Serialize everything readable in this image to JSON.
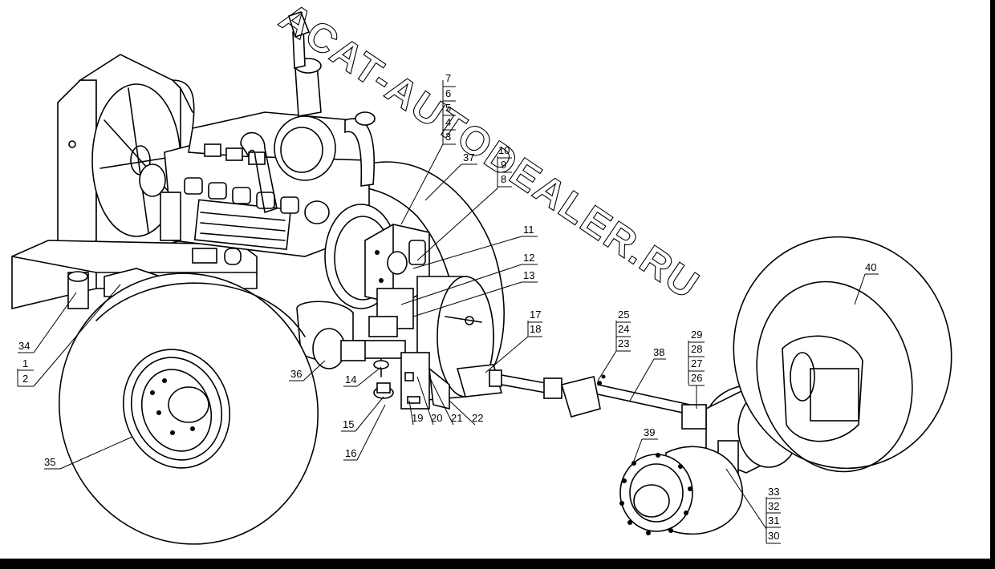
{
  "watermark": "ACAT-AUTODEALER.RU",
  "labels": {
    "l1": "1",
    "l2": "2",
    "l3": "3",
    "l4": "4",
    "l5": "5",
    "l6": "6",
    "l7": "7",
    "l8": "8",
    "l9": "9",
    "l10": "10",
    "l11": "11",
    "l12": "12",
    "l13": "13",
    "l14": "14",
    "l15": "15",
    "l16": "16",
    "l17": "17",
    "l18": "18",
    "l19": "19",
    "l20": "20",
    "l21": "21",
    "l22": "22",
    "l23": "23",
    "l24": "24",
    "l25": "25",
    "l26": "26",
    "l27": "27",
    "l28": "28",
    "l29": "29",
    "l30": "30",
    "l31": "31",
    "l32": "32",
    "l33": "33",
    "l34": "34",
    "l35": "35",
    "l36": "36",
    "l37": "37",
    "l38": "38",
    "l39": "39",
    "l40": "40"
  }
}
